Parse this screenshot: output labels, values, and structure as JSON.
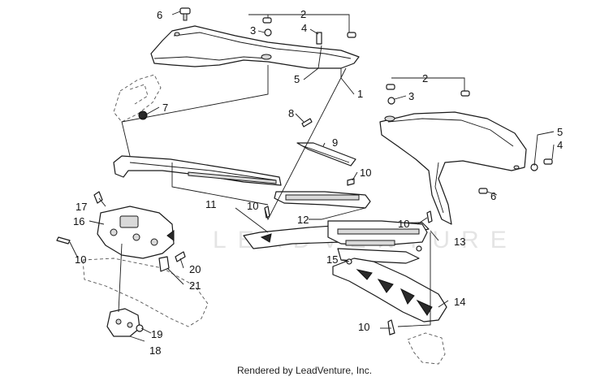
{
  "callouts": {
    "c1": "1",
    "c2a": "2",
    "c2b": "2",
    "c3a": "3",
    "c3b": "3",
    "c4a": "4",
    "c4b": "4",
    "c5a": "5",
    "c5b": "5",
    "c6a": "6",
    "c6b": "6",
    "c7": "7",
    "c8": "8",
    "c9": "9",
    "c10a": "10",
    "c10b": "10",
    "c10c": "10",
    "c10d": "10",
    "c10e": "10",
    "c11": "11",
    "c12": "12",
    "c13": "13",
    "c14": "14",
    "c15": "15",
    "c16": "16",
    "c17": "17",
    "c18": "18",
    "c19": "19",
    "c20": "20",
    "c21": "21"
  },
  "watermark": "LEADVENTURE",
  "footer": "Rendered by LeadVenture, Inc."
}
